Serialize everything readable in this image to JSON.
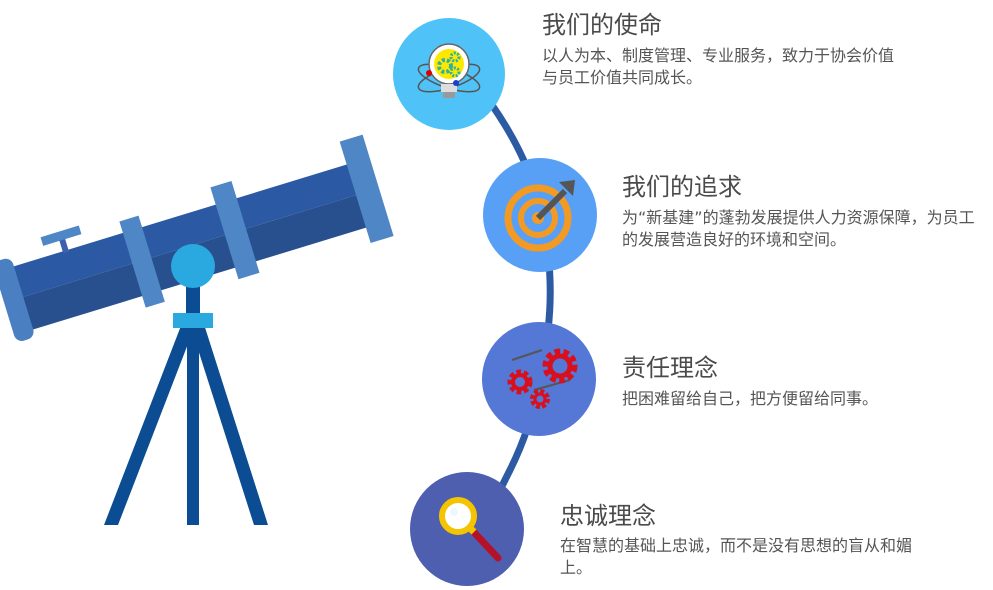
{
  "colors": {
    "circle_1": "#4fc3f7",
    "circle_2": "#58a0f5",
    "circle_3": "#5577d6",
    "circle_4": "#4d5fae",
    "connector": "#2d5ba3",
    "telescope_tube": "#2b59a3",
    "telescope_tube_dark": "#284f8e",
    "telescope_band": "#4f86c6",
    "tripod": "#0b4c92",
    "mount_light": "#2aa8e0",
    "text_title": "#4a4a4a",
    "text_desc": "#555555"
  },
  "items": [
    {
      "icon": "lightbulb-gears-icon",
      "title": "我们的使命",
      "desc": "以人为本、制度管理、专业服务，致力于协会价值与员工价值共同成长。"
    },
    {
      "icon": "target-arrow-icon",
      "title": "我们的追求",
      "desc": "为“新基建”的蓬勃发展提供人力资源保障，为员工的发展营造良好的环境和空间。"
    },
    {
      "icon": "gears-icon",
      "title": "责任理念",
      "desc": "把困难留给自己，把方便留给同事。"
    },
    {
      "icon": "magnifier-icon",
      "title": "忠诚理念",
      "desc": "在智慧的基础上忠诚，而不是没有思想的盲从和媚上。"
    }
  ],
  "illustration": "telescope-on-tripod"
}
